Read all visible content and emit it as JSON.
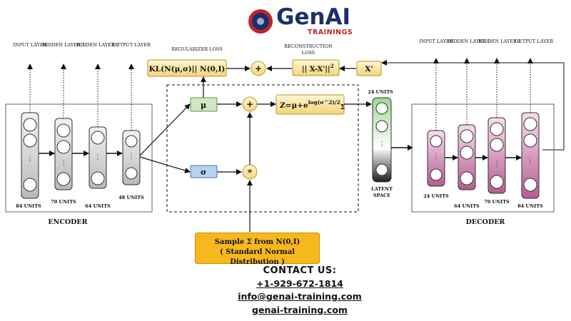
{
  "logo": {
    "brand": "GenAI",
    "sub": "TRAININGS"
  },
  "encoder": {
    "title": "ENCODER",
    "headers": [
      "INPUT LAYER",
      "HIDDEN LAYER 1",
      "HIDDEN LAYER 2",
      "OUTPUT LAYER"
    ],
    "units": [
      "84 UNITS",
      "70 UNITS",
      "64 UNITS",
      "48 UNITS"
    ]
  },
  "decoder": {
    "title": "DECODER",
    "headers": [
      "INPUT LAYER",
      "HIDDEN LAYER 1",
      "HIDDEN LAYER 2",
      "OUTPUT LAYER"
    ],
    "units": [
      "24 UNITS",
      "64 UNITS",
      "70 UNITS",
      "84 UNITS"
    ]
  },
  "latent": {
    "units": "24 UNITS",
    "label_1": "LATENT",
    "label_2": "SPACE"
  },
  "losses": {
    "regularizer_label": "REGULARIZER LOSS",
    "reconstruction_label_1": "RECONSTRUCTION",
    "reconstruction_label_2": "LOSS",
    "kl_formula": "KL(N(μ,σ)|| N(0,I)",
    "recon_formula": "|| X-X'||",
    "recon_exp": "2",
    "x_prime": "X'"
  },
  "nodes": {
    "mu": "μ",
    "sigma": "σ",
    "plus": "+",
    "times": "*"
  },
  "z_formula": {
    "base": "Z=μ+e",
    "exp": "log(σ^2)/2",
    "tail": "Σ"
  },
  "sample": {
    "line1": "Sample Σ  from N(0,I)",
    "line2": "( Standard Normal Distribution )"
  },
  "contact": {
    "heading": "CONTACT US:",
    "phone": "+1-929-672-1814",
    "email": "info@genai-training.com",
    "website": "genai-training.com"
  }
}
